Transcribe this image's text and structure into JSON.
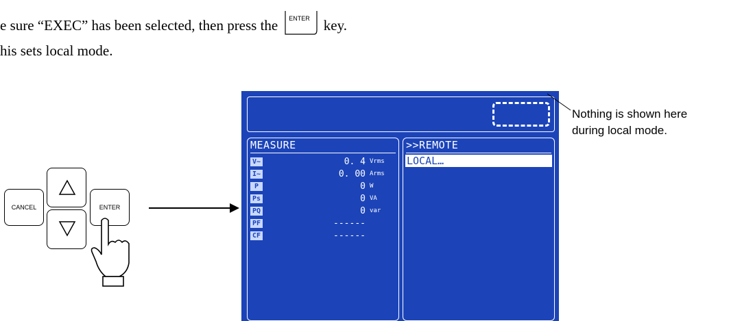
{
  "instruction": {
    "line1_before": "e sure “EXEC” has been selected, then press the",
    "line1_after": "key.",
    "enter_key_label": "ENTER",
    "line2": "his sets local mode."
  },
  "keypad": {
    "cancel_label": "CANCEL",
    "enter_label": "ENTER",
    "up_icon": "up-triangle-icon",
    "down_icon": "down-triangle-icon",
    "hand_icon": "pointing-hand-icon"
  },
  "screen": {
    "measure_title": "MEASURE",
    "measure_rows": [
      {
        "badge": "V~",
        "value": "0. 4",
        "unit": "Vrms"
      },
      {
        "badge": "I~",
        "value": "0. 00",
        "unit": "Arms"
      },
      {
        "badge": "P",
        "value": "0",
        "unit": "W"
      },
      {
        "badge": "Ps",
        "value": "0",
        "unit": "VA"
      },
      {
        "badge": "PQ",
        "value": "0",
        "unit": "var"
      },
      {
        "badge": "PF",
        "value": "------",
        "unit": ""
      },
      {
        "badge": "CF",
        "value": "------",
        "unit": ""
      }
    ],
    "menu_title": ">>REMOTE",
    "menu_selected": "LOCAL…"
  },
  "callout": {
    "line1": "Nothing is shown here",
    "line2": "during local mode."
  }
}
